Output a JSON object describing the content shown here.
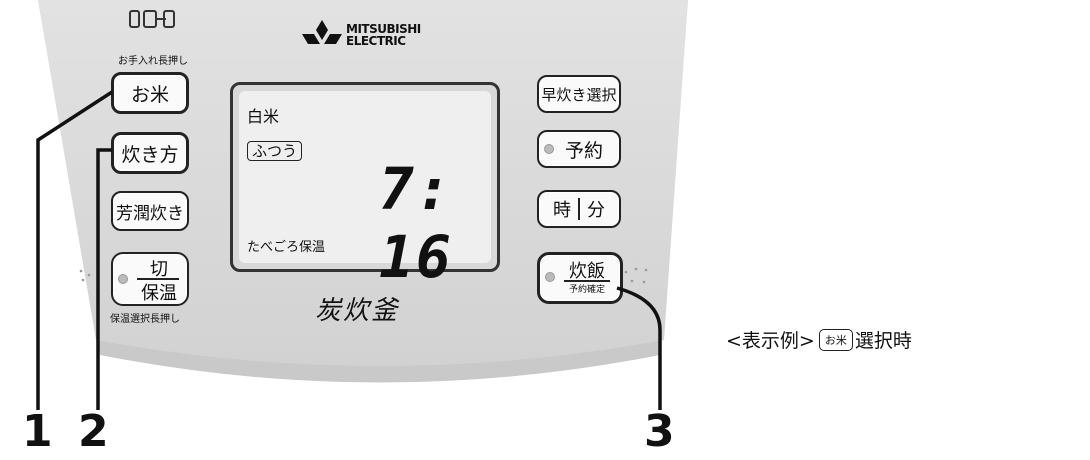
{
  "brand": {
    "line1": "MITSUBISHI",
    "line2": "ELECTRIC"
  },
  "top_left": {
    "ih_mark": "IH",
    "maintenance_hint": "お手入れ長押し"
  },
  "left_buttons": {
    "rice": "お米",
    "cooking_method": "炊き方",
    "aroma": "芳潤炊き",
    "off_top": "切",
    "off_bottom": "保温",
    "keep_warm_hint": "保温選択長押し"
  },
  "display": {
    "rice_type": "白米",
    "mode": "ふつう",
    "time": "7: 16",
    "status": "たべごろ保温"
  },
  "product_name": "炭炊釜",
  "right_buttons": {
    "quick_select": "早炊き選択",
    "reserve": "予約",
    "hour": "時",
    "minute": "分",
    "cook_top": "炊飯",
    "cook_bottom": "予約確定"
  },
  "callouts": {
    "one": "1",
    "two": "2",
    "three": "3"
  },
  "caption": {
    "prefix": "<表示例>",
    "key": "お米",
    "suffix": "選択時"
  },
  "colors": {
    "panel": "#dcdcdc",
    "panel_edge": "#c4c4c4",
    "lcd": "#efefef",
    "line": "#111111"
  }
}
